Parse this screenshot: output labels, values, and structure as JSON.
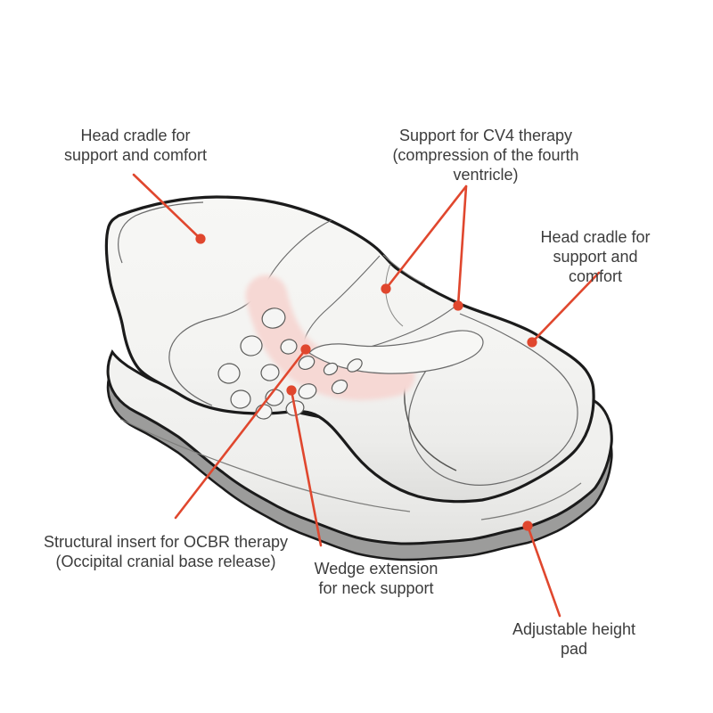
{
  "figure": {
    "type": "labeled-product-diagram",
    "subject": "therapeutic cranial support pillow, two stacked layers, isometric line illustration",
    "callouts": [
      {
        "id": "head-cradle-left",
        "text": "Head cradle for\nsupport and comfort"
      },
      {
        "id": "cv4-support",
        "text": "Support for CV4 therapy\n(compression of the fourth ventricle)"
      },
      {
        "id": "head-cradle-right",
        "text": "Head cradle for\nsupport and comfort"
      },
      {
        "id": "ocbr-insert",
        "text": "Structural insert for OCBR therapy\n(Occipital cranial base release)"
      },
      {
        "id": "wedge-extension",
        "text": "Wedge extension\nfor neck support"
      },
      {
        "id": "height-pad",
        "text": "Adjustable height pad"
      }
    ],
    "colors": {
      "background": "#ffffff",
      "leader_line": "#e0472e",
      "label_text": "#3c3c3c",
      "outline": "#1b1b1b",
      "pillow_fill": "#f4f4f2",
      "pad_underside": "#9c9c9b",
      "highlight_pink": "#f6d8d4"
    }
  }
}
